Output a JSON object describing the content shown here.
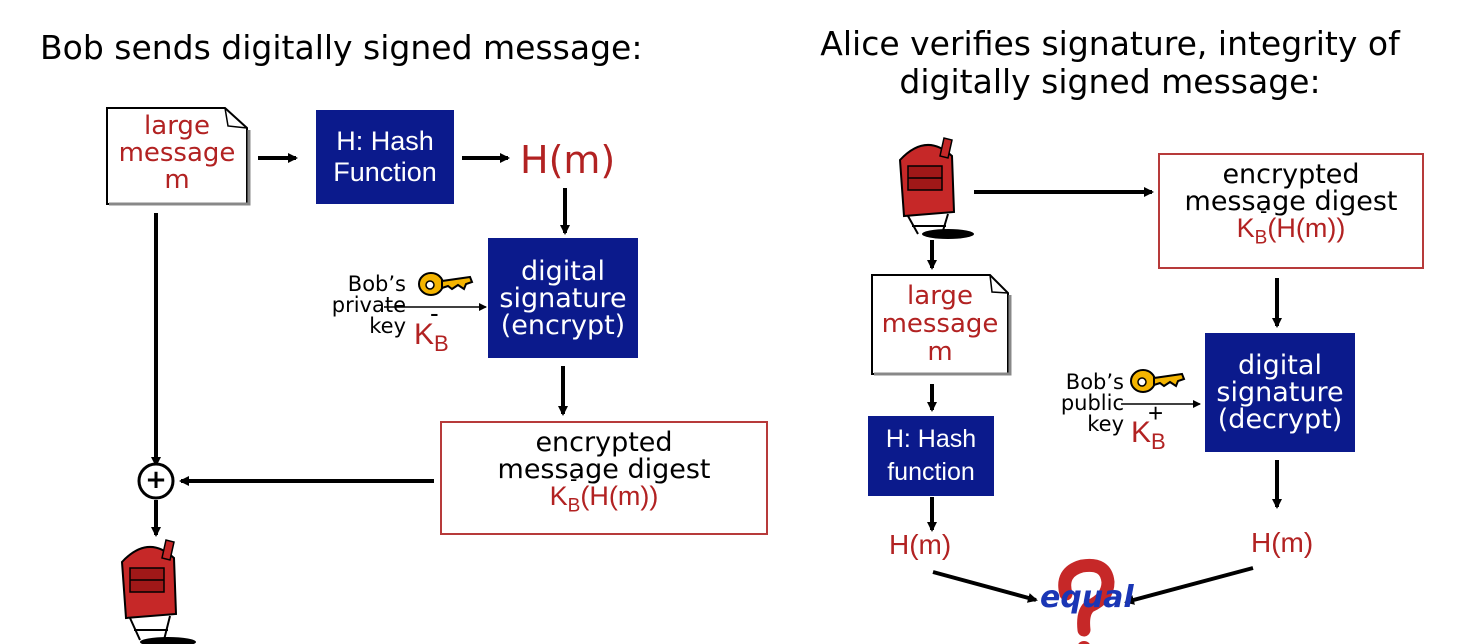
{
  "left_heading": "Bob sends digitally signed message:",
  "right_heading_line1": "Alice verifies signature, integrity of",
  "right_heading_line2": "digitally signed message:",
  "message_doc": [
    "large",
    "message",
    "m"
  ],
  "hash_box_left": [
    "H: Hash",
    "Function"
  ],
  "hash_box_right": [
    "H: Hash",
    "function"
  ],
  "hash_output_large": "H(m)",
  "hash_output": "H(m)",
  "signature_encrypt": [
    "digital",
    "signature",
    "(encrypt)"
  ],
  "signature_decrypt": [
    "digital",
    "signature",
    "(decrypt)"
  ],
  "private_key_label": [
    "Bob’s",
    "private",
    "key"
  ],
  "public_key_label": [
    "Bob’s",
    "public",
    "key"
  ],
  "key_letter": "K",
  "key_subscript": "B",
  "private_sign": "-",
  "public_sign": "+",
  "encrypted_digest": [
    "encrypted",
    "message digest"
  ],
  "digest_formula": "(H(m))",
  "plus_symbol": "+",
  "equal_label": "equal",
  "colors": {
    "box_blue": "#0b1a8c",
    "accent_red": "#b22222",
    "equal_blue": "#1a36b5"
  }
}
